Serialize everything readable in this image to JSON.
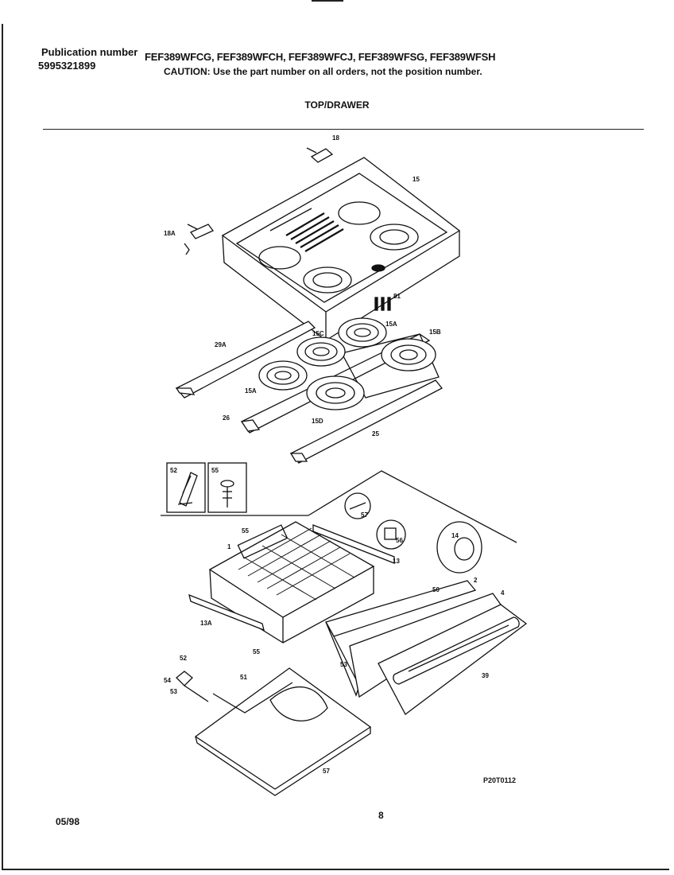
{
  "header": {
    "publication_label": "Publication number",
    "publication_number": "5995321899",
    "models": "FEF389WFCG, FEF389WFCH, FEF389WFCJ, FEF389WFSG, FEF389WFSH",
    "caution": "CAUTION:  Use the part number on all orders, not the position number."
  },
  "section_title": "TOP/DRAWER",
  "callouts": [
    "18",
    "15",
    "18A",
    "81",
    "15A",
    "15B",
    "15C",
    "29A",
    "15A",
    "15D",
    "26",
    "25",
    "52",
    "55",
    "57",
    "56",
    "1",
    "55",
    "13",
    "14",
    "2",
    "4",
    "50",
    "13A",
    "53",
    "39",
    "52",
    "54",
    "53",
    "55",
    "51",
    "57"
  ],
  "drawing_code": "P20T0112",
  "footer": {
    "date": "05/98",
    "page": "8"
  }
}
